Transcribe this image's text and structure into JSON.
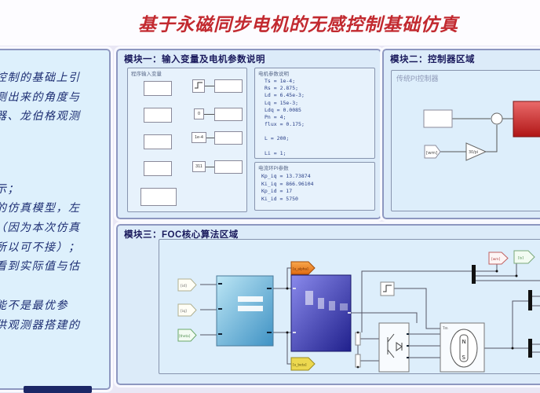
{
  "title": "基于永磁同步电机的无感控制基础仿真",
  "left_panel": {
    "lines": [
      "控制的基础上引",
      "测出来的角度与",
      "器、龙伯格观测",
      "。",
      "示；",
      "的仿真模型，左",
      "（因为本次仿真",
      "所以可不接）；",
      "看到实际值与估",
      "能不是最优参",
      "供观测器搭建的"
    ]
  },
  "module1": {
    "header": "模块一：输入变量及电机参数说明",
    "input_box": {
      "label": "程序输入变量",
      "constants": {
        "c1": "0",
        "c2": "1e-4",
        "c3": "311"
      }
    },
    "motor_params": {
      "label": "电机参数说明",
      "lines": [
        "Ts = 1e-4;",
        "Rs = 2.875;",
        "Ld = 6.45e-3;",
        "Lq = 15e-3;",
        "Ldq = 0.0085",
        "Pn = 4;",
        "flux = 0.175;",
        "L = 200;",
        "Li = 1;"
      ]
    },
    "pi_params": {
      "label": "电流环PI参数",
      "lines": [
        "Kp_iq = 13.73874",
        "Ki_iq = 866.96104",
        "Kp_id = 17",
        "Ki_id = 5750"
      ]
    }
  },
  "module2": {
    "header": "模块二：控制器区域",
    "inner_label": "传统PI控制器",
    "from_tag": "[wm]",
    "gain": "30/pi"
  },
  "module3": {
    "header": "模块三：FOC核心算法区域",
    "tags": {
      "id": "[id]",
      "iq": "[iq]",
      "theta": "[theta]",
      "u_alpha": "[u_alpha]",
      "u_beta": "[u_beta]",
      "wm": "[wm]",
      "is": "[is]"
    },
    "motor": {
      "tm_label": "Tm",
      "n": "N",
      "s": "S"
    }
  },
  "colors": {
    "title_red": "#c2292f",
    "panel_blue": "#dcebf9",
    "block_red": "#c82020",
    "block_blue": "#4f9cc8",
    "block_purple": "#28289a",
    "tag_orange": "#ef8a28",
    "tag_yellow": "#ecd84f"
  }
}
